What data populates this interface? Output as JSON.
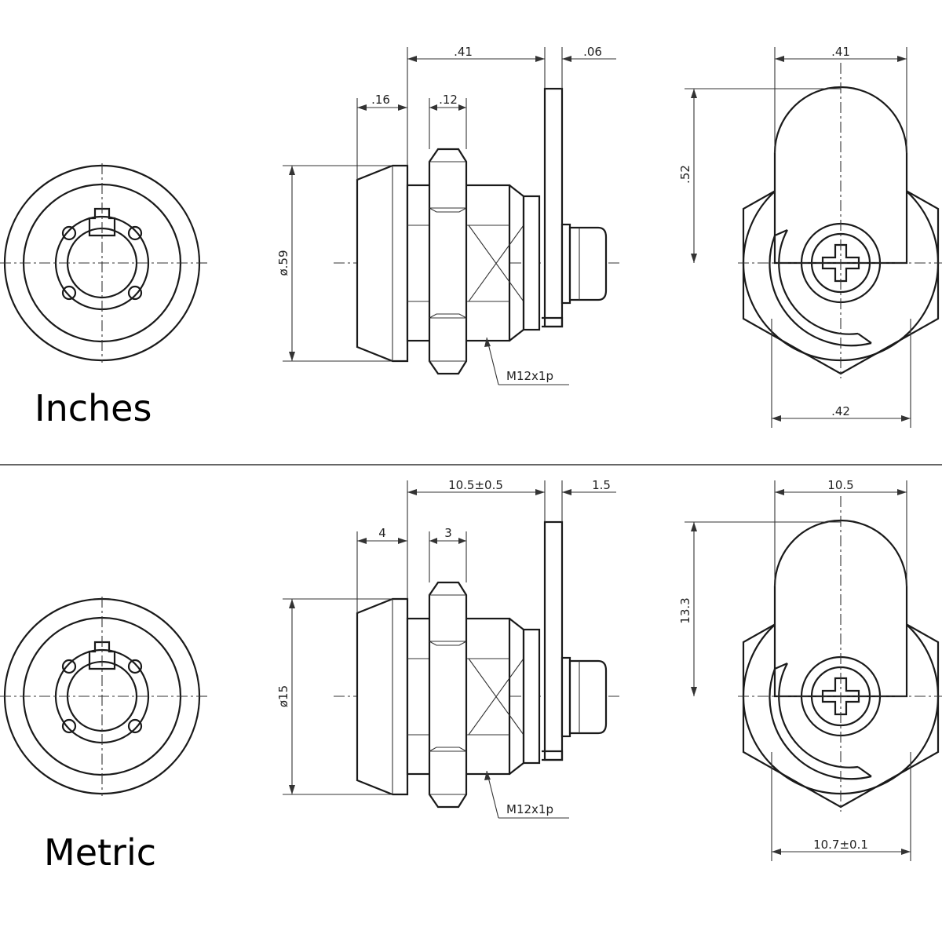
{
  "sections": [
    {
      "label": "Inches",
      "dims": {
        "cam_width": ".41",
        "cam_thickness": ".06",
        "face_depth": ".16",
        "nut_thickness": ".12",
        "face_diameter": "ø.59",
        "thread": "M12x1p",
        "cam_height": ".52",
        "cam_top_width": ".41",
        "hex_width": ".42"
      }
    },
    {
      "label": "Metric",
      "dims": {
        "cam_width": "10.5±0.5",
        "cam_thickness": "1.5",
        "face_depth": "4",
        "nut_thickness": "3",
        "face_diameter": "ø15",
        "thread": "M12x1p",
        "cam_height": "13.3",
        "cam_top_width": "10.5",
        "hex_width": "10.7±0.1"
      }
    }
  ]
}
